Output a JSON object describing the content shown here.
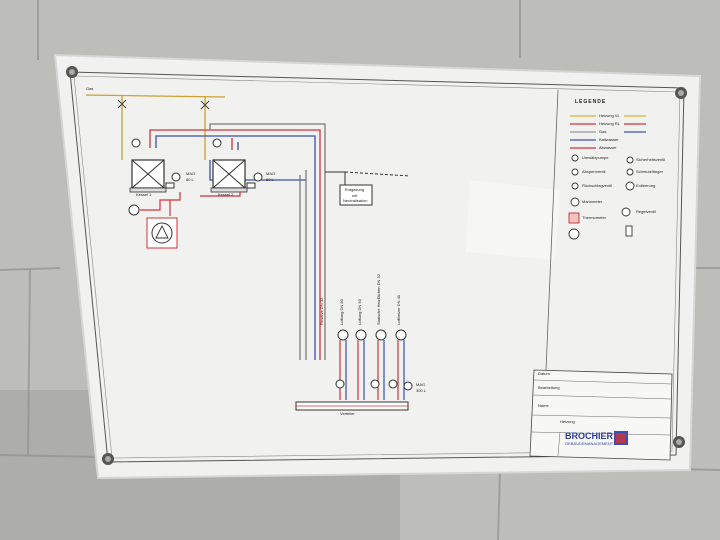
{
  "scene": {
    "wall_color": "#b9b9b6",
    "board_color": "#f2f2f0",
    "pipe_red": "#d2333a",
    "pipe_blue": "#3a4fb0",
    "pipe_yellow": "#d9b23a",
    "pipe_gray": "#7a7a7a"
  },
  "schematic": {
    "gas_label": "Gas",
    "boiler1": "Kessel 1",
    "boiler2": "Kessel 2",
    "mag1": "MAG",
    "mag1_vol": "80 L",
    "mag2": "MAG",
    "mag2_vol": "80 L",
    "mag3": "MAG",
    "mag3_vol": "300 L",
    "neutralization": "Entgasung",
    "neutralization_line2": "mit",
    "neutralization_line3": "Neutralisation",
    "manifold": "Verteiler",
    "branch1": "Reserve DN 32",
    "branch2": "Lüftung DN 80",
    "branch3": "Lüftung DN 50",
    "branch4": "Statische Heizflächen DN 32",
    "branch5": "Luftheizer DN 40"
  },
  "legend": {
    "title": "LEGENDE",
    "items": [
      "Heizung VL",
      "Heizung RL",
      "Gas",
      "Kaltwasser",
      "Abwasser",
      "Umwälzpumpe",
      "Absperrventil",
      "Rückschlagventil",
      "Manometer",
      "Thermometer",
      "Sicherheitsventil",
      "Schmutzfänger",
      "Entleerung",
      "Regelventil"
    ]
  },
  "titleblock": {
    "company": "BROCHIER",
    "company_sub": "GEBÄUDEMANAGEMENT",
    "drawing_title": "Heizung",
    "row1": "Datum",
    "row2": "Bearbeitung",
    "row3": "Name"
  }
}
